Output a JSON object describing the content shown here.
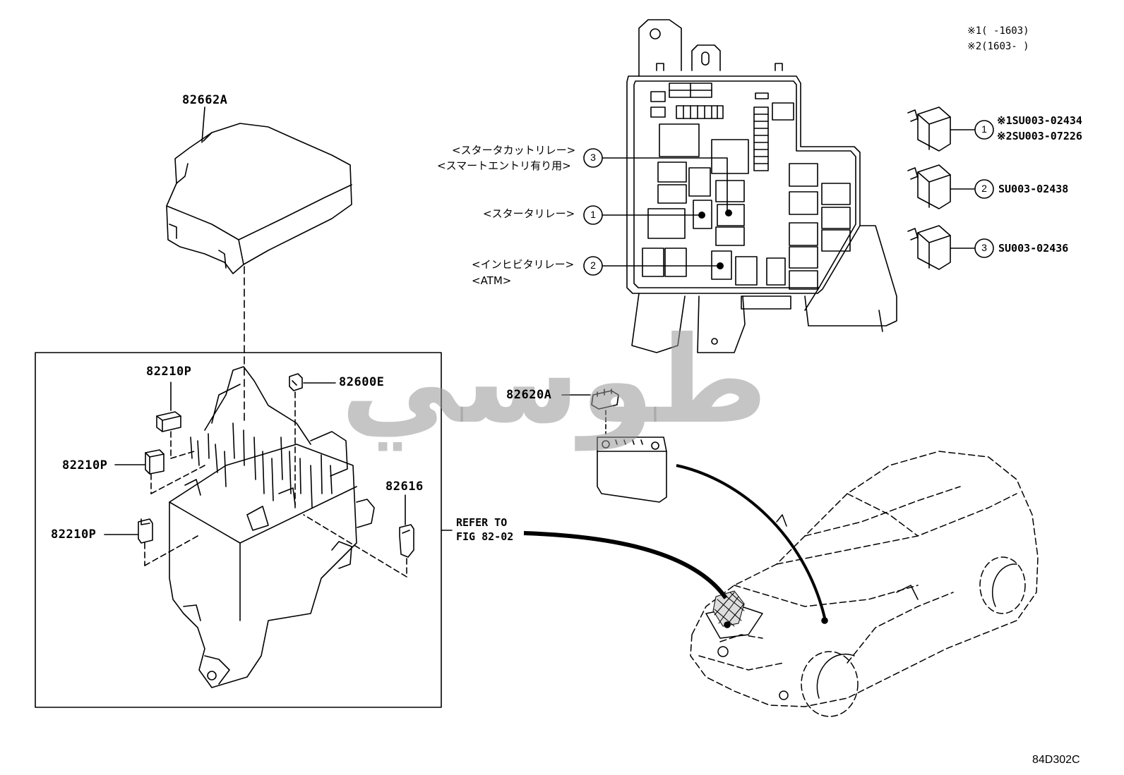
{
  "parts": {
    "cover": "82662A",
    "fuse_1": "82210P",
    "fuse_2": "82210P",
    "fuse_3": "82210P",
    "fuse_e": "82600E",
    "clip": "82616",
    "terminal": "82620A"
  },
  "refer": {
    "line1": "REFER TO",
    "line2": "FIG 82-02"
  },
  "relay_callouts": {
    "r3_line1": "<スタータカットリレー>",
    "r3_line2": "<スマートエントリ有り用>",
    "r1": "<スタータリレー>",
    "r2_line1": "<インヒビタリレー>",
    "r2_line2": "<ATM>",
    "n1": "1",
    "n2": "2",
    "n3": "3"
  },
  "notes": {
    "note1": "※1(     -1603)",
    "note2": "※2(1603-     )"
  },
  "relay_parts": {
    "p1_line1": "※1SU003-02434",
    "p1_line2": "※2SU003-07226",
    "p2": "SU003-02438",
    "p3": "SU003-02436"
  },
  "watermark": "طوسي",
  "diagram_code": "84D302C"
}
